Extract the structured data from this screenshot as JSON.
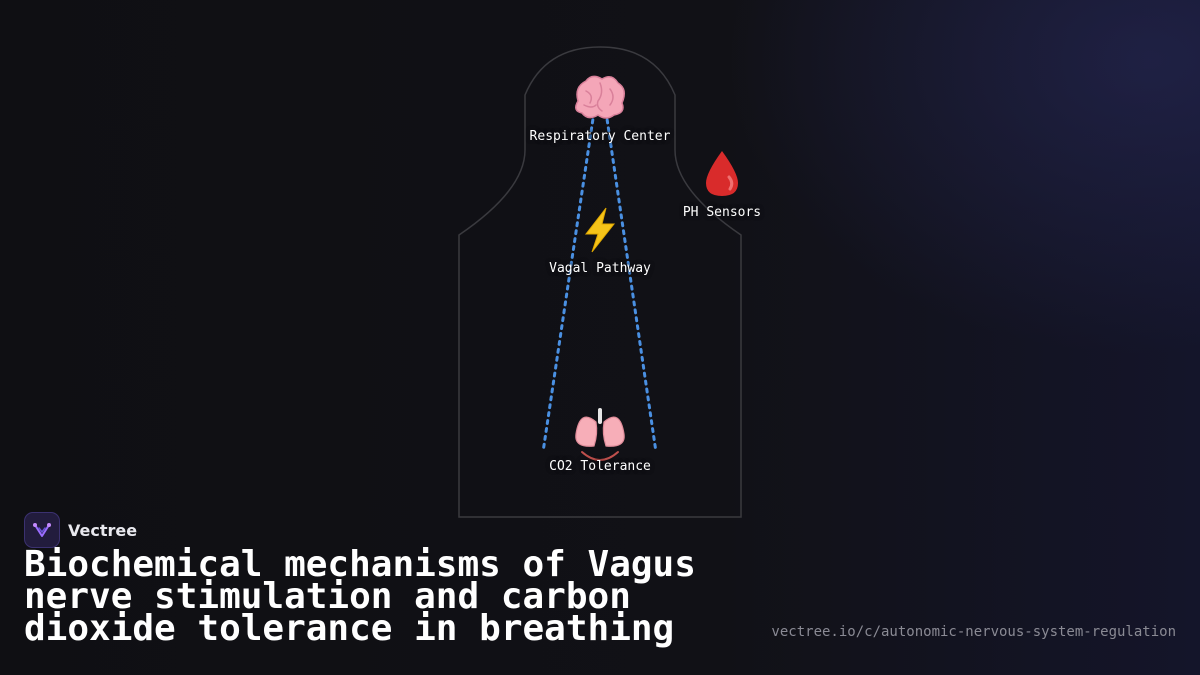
{
  "brand": {
    "name": "Vectree"
  },
  "title": "Biochemical mechanisms of Vagus nerve stimulation and carbon dioxide tolerance in breathing",
  "url": "vectree.io/c/autonomic-nervous-system-regulation",
  "diagram": {
    "nodes": [
      {
        "id": "respiratory-center",
        "label": "Respiratory Center",
        "icon": "brain-icon"
      },
      {
        "id": "ph-sensors",
        "label": "PH Sensors",
        "icon": "blood-drop-icon"
      },
      {
        "id": "vagal-pathway",
        "label": "Vagal Pathway",
        "icon": "lightning-icon"
      },
      {
        "id": "co2-tolerance",
        "label": "CO2 Tolerance",
        "icon": "lungs-icon"
      }
    ],
    "colors": {
      "connector": "#4a90e2",
      "outline": "#3a3a3f",
      "accent": "#6a55d8"
    }
  }
}
